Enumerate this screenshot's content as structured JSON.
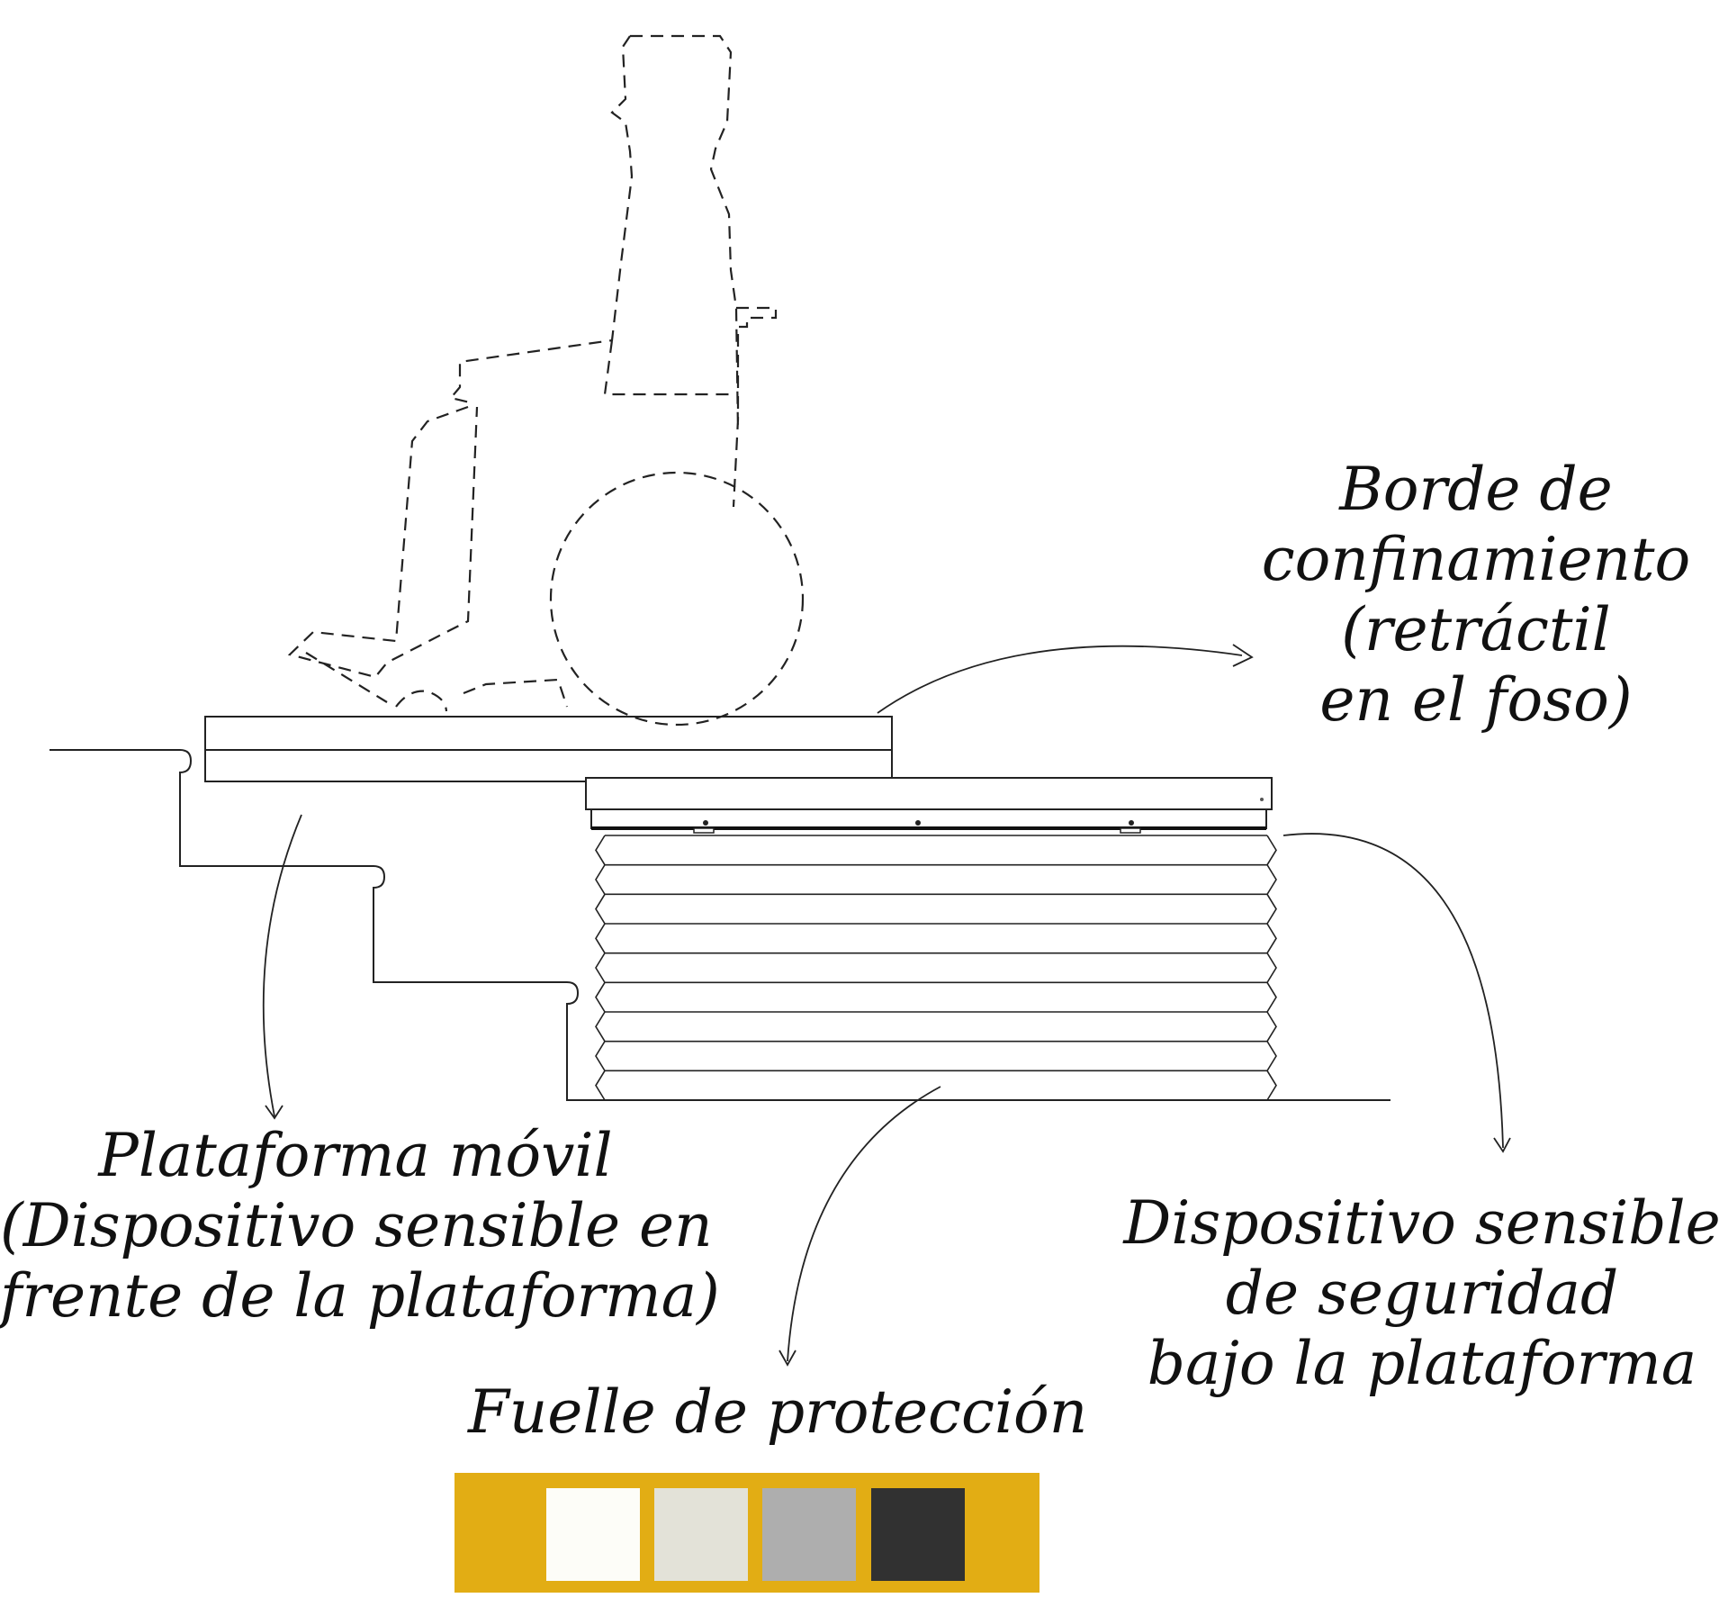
{
  "labels": {
    "border": [
      "Borde de",
      "confinamiento",
      "(retráctil",
      "en el foso)"
    ],
    "platform": [
      "Plataforma móvil",
      "(Dispositivo sensible en",
      "frente de la plataforma)"
    ],
    "sensor": [
      "Dispositivo sensible",
      "de seguridad",
      "bajo la plataforma"
    ],
    "bellows": [
      "Fuelle de protección"
    ]
  },
  "palette": {
    "frame": "#e2ad14",
    "swatches": [
      {
        "name": "white",
        "color": "#fdfdf8"
      },
      {
        "name": "light-grey",
        "color": "#e3e2d8"
      },
      {
        "name": "mid-grey",
        "color": "#aeaeae"
      },
      {
        "name": "dark-grey",
        "color": "#313131"
      }
    ]
  },
  "line_color": "#222222"
}
